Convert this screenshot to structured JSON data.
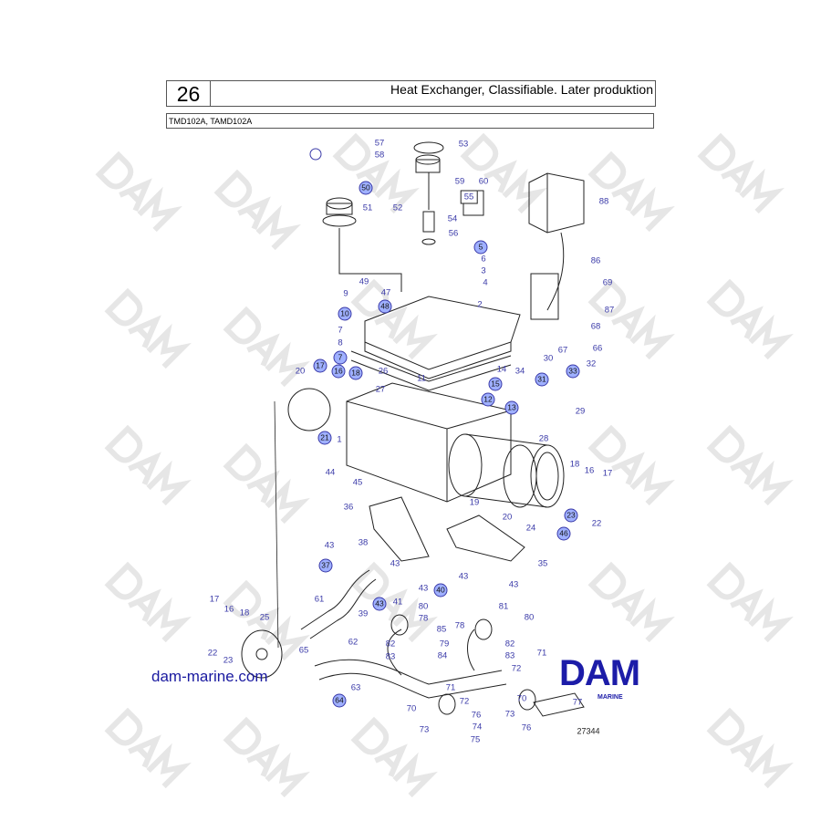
{
  "header": {
    "page_number": "26",
    "title": "Heat Exchanger, Classifiable. Later produktion"
  },
  "subheader": {
    "models": "TMD102A, TAMD102A"
  },
  "watermark": "DAM",
  "website": "dam-marine.com",
  "logo": {
    "text": "DAM",
    "subtext": "MARINE"
  },
  "figure_ref": "27344",
  "colors": {
    "callout": "#3a3aa8",
    "highlight": "#9fb0ff",
    "brand": "#1c1ca8"
  },
  "callouts": [
    {
      "t": "57"
    },
    {
      "t": "58"
    },
    {
      "t": "53"
    },
    {
      "t": "59"
    },
    {
      "t": "60"
    },
    {
      "t": "55",
      "boxed": true
    },
    {
      "t": "50",
      "hl": true
    },
    {
      "t": "51"
    },
    {
      "t": "52"
    },
    {
      "t": "54"
    },
    {
      "t": "56"
    },
    {
      "t": "88"
    },
    {
      "t": "5",
      "hl": true
    },
    {
      "t": "6"
    },
    {
      "t": "3"
    },
    {
      "t": "4"
    },
    {
      "t": "86"
    },
    {
      "t": "69"
    },
    {
      "t": "87"
    },
    {
      "t": "68"
    },
    {
      "t": "66"
    },
    {
      "t": "67"
    },
    {
      "t": "49"
    },
    {
      "t": "9"
    },
    {
      "t": "47"
    },
    {
      "t": "48",
      "hl": true
    },
    {
      "t": "2"
    },
    {
      "t": "10",
      "hl": true
    },
    {
      "t": "7"
    },
    {
      "t": "8"
    },
    {
      "t": "7",
      "hl": true
    },
    {
      "t": "26"
    },
    {
      "t": "11"
    },
    {
      "t": "14"
    },
    {
      "t": "15",
      "hl": true
    },
    {
      "t": "12",
      "hl": true
    },
    {
      "t": "13",
      "hl": true
    },
    {
      "t": "34"
    },
    {
      "t": "30"
    },
    {
      "t": "31",
      "hl": true
    },
    {
      "t": "33",
      "hl": true
    },
    {
      "t": "32"
    },
    {
      "t": "20"
    },
    {
      "t": "17",
      "hl": true
    },
    {
      "t": "16",
      "hl": true
    },
    {
      "t": "18",
      "hl": true
    },
    {
      "t": "27"
    },
    {
      "t": "29"
    },
    {
      "t": "28"
    },
    {
      "t": "21",
      "hl": true
    },
    {
      "t": "1"
    },
    {
      "t": "44"
    },
    {
      "t": "45"
    },
    {
      "t": "18"
    },
    {
      "t": "16"
    },
    {
      "t": "17"
    },
    {
      "t": "19"
    },
    {
      "t": "20"
    },
    {
      "t": "23",
      "hl": true
    },
    {
      "t": "22"
    },
    {
      "t": "24"
    },
    {
      "t": "46",
      "hl": true
    },
    {
      "t": "36"
    },
    {
      "t": "43"
    },
    {
      "t": "38"
    },
    {
      "t": "37",
      "hl": true
    },
    {
      "t": "43"
    },
    {
      "t": "35"
    },
    {
      "t": "43"
    },
    {
      "t": "43"
    },
    {
      "t": "43"
    },
    {
      "t": "40",
      "hl": true
    },
    {
      "t": "43",
      "hl": true
    },
    {
      "t": "41"
    },
    {
      "t": "39"
    },
    {
      "t": "61"
    },
    {
      "t": "80"
    },
    {
      "t": "81"
    },
    {
      "t": "17"
    },
    {
      "t": "16"
    },
    {
      "t": "18"
    },
    {
      "t": "25"
    },
    {
      "t": "78"
    },
    {
      "t": "85"
    },
    {
      "t": "78"
    },
    {
      "t": "80"
    },
    {
      "t": "22"
    },
    {
      "t": "23"
    },
    {
      "t": "82"
    },
    {
      "t": "79"
    },
    {
      "t": "83"
    },
    {
      "t": "84"
    },
    {
      "t": "82"
    },
    {
      "t": "83"
    },
    {
      "t": "65"
    },
    {
      "t": "62"
    },
    {
      "t": "71"
    },
    {
      "t": "72"
    },
    {
      "t": "63"
    },
    {
      "t": "64",
      "hl": true
    },
    {
      "t": "71"
    },
    {
      "t": "72"
    },
    {
      "t": "70"
    },
    {
      "t": "76"
    },
    {
      "t": "74"
    },
    {
      "t": "73"
    },
    {
      "t": "75"
    },
    {
      "t": "70"
    },
    {
      "t": "77"
    },
    {
      "t": "73"
    },
    {
      "t": "76"
    }
  ]
}
